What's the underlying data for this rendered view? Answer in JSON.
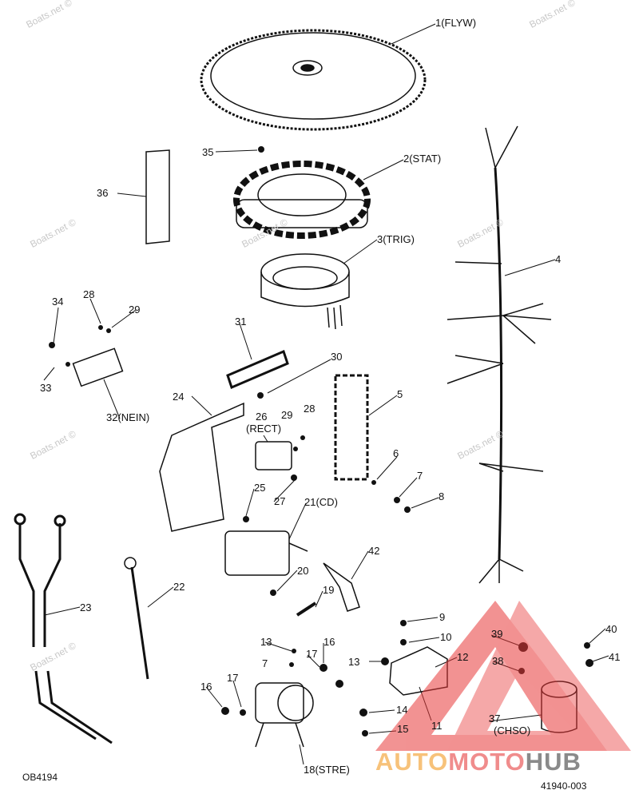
{
  "diagram": {
    "parts": {
      "p1": "1(FLYW)",
      "p2": "2(STAT)",
      "p3": "3(TRIG)",
      "p4": "4",
      "p5": "5",
      "p6": "6",
      "p7a": "7",
      "p7b": "7",
      "p8": "8",
      "p9": "9",
      "p10": "10",
      "p11": "11",
      "p12": "12",
      "p13a": "13",
      "p13b": "13",
      "p14": "14",
      "p15": "15",
      "p16a": "16",
      "p16b": "16",
      "p17a": "17",
      "p17b": "17",
      "p18": "18(STRE)",
      "p19": "19",
      "p20": "20",
      "p21": "21(CD)",
      "p22": "22",
      "p23": "23",
      "p24": "24",
      "p25": "25",
      "p26": "26",
      "p26b": "(RECT)",
      "p27": "27",
      "p28a": "28",
      "p28b": "28",
      "p29a": "29",
      "p29b": "29",
      "p30": "30",
      "p31": "31",
      "p32": "32(NEIN)",
      "p33": "33",
      "p34": "34",
      "p35": "35",
      "p36": "36",
      "p37": "37",
      "p37b": "(CHSO)",
      "p38": "38",
      "p39": "39",
      "p40": "40",
      "p41": "41",
      "p42": "42"
    },
    "codes": {
      "left": "OB4194",
      "right": "41940-003"
    },
    "watermark": "Boats.net ©",
    "logo": {
      "auto": "AUTO",
      "moto": "MOTO",
      "hub": "HUB"
    },
    "colors": {
      "logo_red": "#e83a3a",
      "logo_orange": "#f7c27a",
      "logo_gray": "#8a8a8a"
    }
  }
}
